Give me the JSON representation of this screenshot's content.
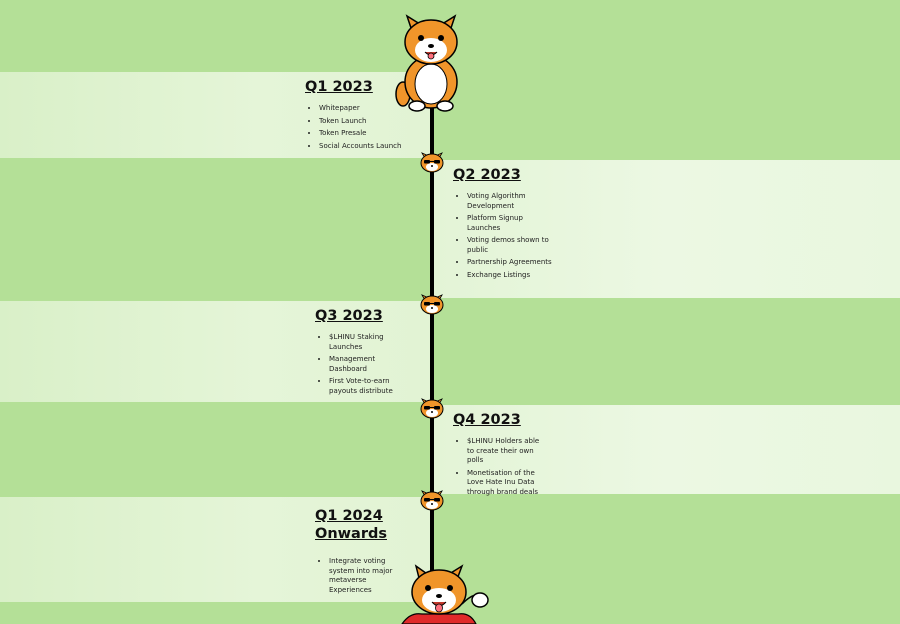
{
  "phases": [
    {
      "title": "Q1 2023",
      "items": [
        "Whitepaper",
        "Token Launch",
        "Token Presale",
        "Social Accounts Launch"
      ]
    },
    {
      "title": "Q2 2023",
      "items": [
        "Voting Algorithm Development",
        "Platform Signup Launches",
        "Voting demos shown to public",
        "Partnership Agreements",
        "Exchange Listings"
      ]
    },
    {
      "title": "Q3 2023",
      "items": [
        "$LHINU Staking Launches",
        "Management Dashboard",
        "First Vote-to-earn payouts distribute"
      ]
    },
    {
      "title": "Q4 2023",
      "items": [
        "$LHINU Holders able to create their own polls",
        "Monetisation of the Love Hate Inu Data through brand deals"
      ]
    },
    {
      "title": "Q1 2024 Onwards",
      "items": [
        "Integrate voting system into major metaverse Experiences"
      ]
    }
  ],
  "icons": {
    "top_mascot": "shiba-mascot-sitting-icon",
    "marker": "shiba-sunglasses-icon",
    "bottom_mascot": "shiba-mascot-waving-icon"
  },
  "colors": {
    "background": "#b4e097",
    "band": "#e4f4d8",
    "line": "#000000",
    "shiba_orange": "#f0952a"
  }
}
